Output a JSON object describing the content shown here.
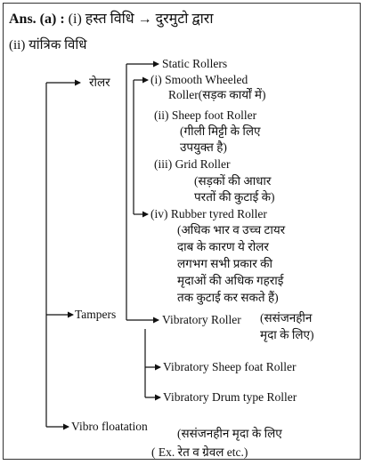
{
  "heading": {
    "ans_label": "Ans. (a) :",
    "line1_rest": "(i) हस्त विधि → दुरमुटो द्वारा",
    "line2": "(ii) यांत्रिक विधि"
  },
  "nodes": {
    "roller": "रोलर",
    "static_rollers": "Static Rollers",
    "smooth_1": "(i) Smooth Wheeled",
    "smooth_2": "Roller(सड़क कार्यों में)",
    "sheep_1": "(ii) Sheep foot Roller",
    "sheep_2": "(गीली मिट्टी के लिए",
    "sheep_3": "उपयुक्त है)",
    "grid_1": "(iii) Grid Roller",
    "grid_2": "(सड़कों की आधार",
    "grid_3": "परतों की कुटाई के)",
    "rubber_1": "(iv) Rubber tyred Roller",
    "rubber_2": "(अधिक भार व उच्च टायर",
    "rubber_3": "दाब के कारण ये रोलर",
    "rubber_4": "लगभग सभी प्रकार की",
    "rubber_5": "मृदाओं की अधिक गहराई",
    "rubber_6": "तक कुटाई कर सकते हैं)",
    "tampers": "Tampers",
    "vibratory_roller": "Vibratory Roller",
    "vibratory_note_1": "(ससंजनहीन",
    "vibratory_note_2": "मृदा के लिए)",
    "vibratory_sheep": "Vibratory Sheep foat Roller",
    "vibratory_drum": "Vibratory Drum type Roller",
    "vibro_flotation": "Vibro floatation",
    "vibro_note_1": "(ससंजनहीन मृदा के लिए",
    "vibro_note_2": "( Ex. रेत व ग्रेवल etc.)"
  }
}
